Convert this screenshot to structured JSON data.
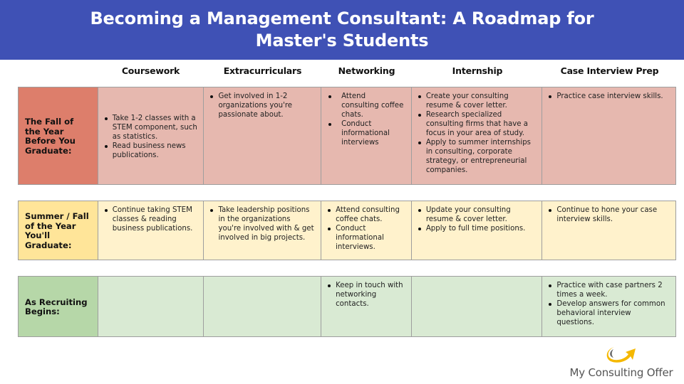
{
  "title": "Becoming a Management Consultant: A Roadmap for Master's Students",
  "columns": [
    "Coursework",
    "Extracurriculars",
    "Networking",
    "Internship",
    "Case Interview Prep"
  ],
  "colors": {
    "title_band": "#3f51b5",
    "row1_label": "#dd7e6b",
    "row1_cell": "#e6b8af",
    "row2_label": "#ffe599",
    "row2_cell": "#fff2cc",
    "row3_label": "#b6d7a8",
    "row3_cell": "#d9ead3",
    "logo_accent": "#f5b800"
  },
  "rows": [
    {
      "label": "The Fall of the Year Before You Graduate:",
      "coursework": [
        "Take 1-2 classes with a STEM component, such as statistics.",
        "Read business news publications."
      ],
      "extracurriculars": [
        "Get involved in 1-2 organizations you're passionate about."
      ],
      "networking": [
        "Attend consulting coffee chats.",
        "Conduct informational interviews"
      ],
      "internship": [
        "Create your consulting resume & cover letter.",
        "Research specialized consulting firms that have a focus in your area of study.",
        "Apply to summer internships in consulting, corporate strategy, or entrepreneurial companies."
      ],
      "case_prep": [
        "Practice case interview skills."
      ]
    },
    {
      "label": "Summer / Fall of the Year You'll Graduate:",
      "coursework": [
        "Continue taking STEM classes & reading business publications."
      ],
      "extracurriculars": [
        "Take leadership positions in the organizations you're involved with & get involved in big projects."
      ],
      "networking": [
        "Attend consulting coffee chats.",
        "Conduct informational interviews."
      ],
      "internship": [
        "Update your consulting resume & cover letter.",
        "Apply to full time positions."
      ],
      "case_prep": [
        "Continue to hone your case interview skills."
      ]
    },
    {
      "label": "As Recruiting Begins:",
      "coursework": [],
      "extracurriculars": [],
      "networking": [
        "Keep in touch with networking contacts."
      ],
      "internship": [],
      "case_prep": [
        "Practice with case partners 2 times a week.",
        "Develop answers for common behavioral interview questions."
      ]
    }
  ],
  "logo": {
    "icon": "curved-arrow-logo-icon",
    "text": "My Consulting Offer"
  }
}
